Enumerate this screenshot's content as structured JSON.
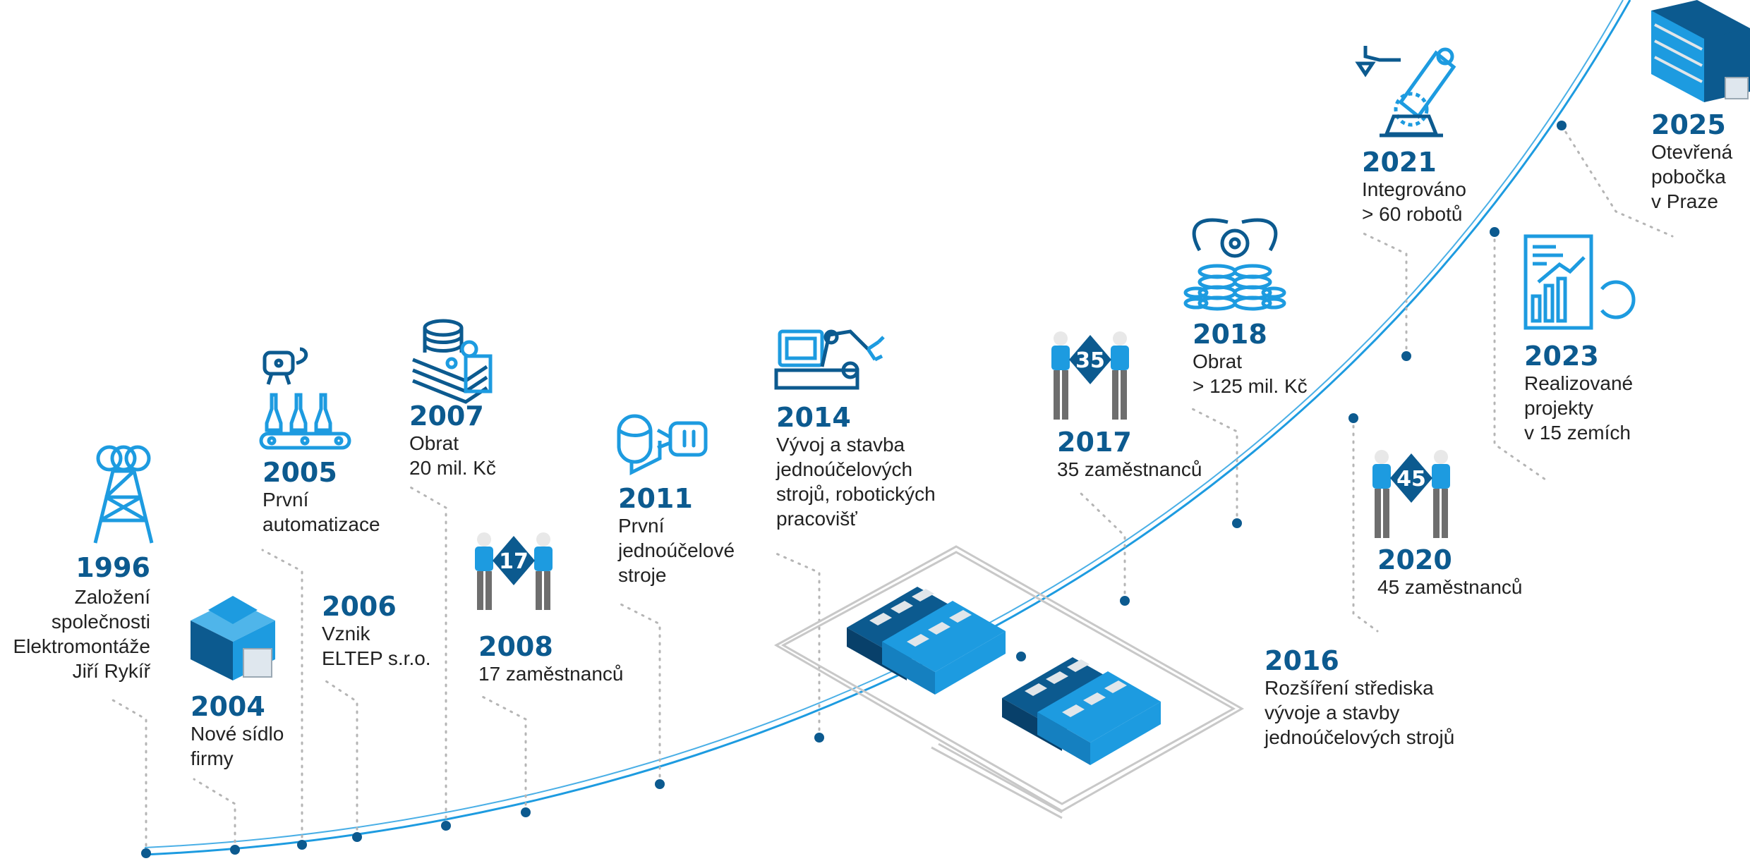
{
  "colors": {
    "primary": "#0c5a8f",
    "accent": "#1d9be0",
    "light": "#4fb5ea",
    "text": "#222222",
    "dots": "#b5b5b5"
  },
  "milestones": [
    {
      "year": "1996",
      "lines": [
        "Založení",
        "společnosti",
        "Elektromontáže",
        "Jiří Rykíř"
      ],
      "icon": "transmission-tower-icon"
    },
    {
      "year": "2004",
      "lines": [
        "Nové sídlo",
        "firmy"
      ],
      "icon": "building-icon"
    },
    {
      "year": "2005",
      "lines": [
        "První",
        "automatizace"
      ],
      "icon": "conveyor-bottles-icon"
    },
    {
      "year": "2006",
      "lines": [
        "Vznik",
        "ELTEP s.r.o."
      ],
      "icon": ""
    },
    {
      "year": "2007",
      "lines": [
        "Obrat",
        "20 mil. Kč"
      ],
      "icon": "coins-stack-icon"
    },
    {
      "year": "2008",
      "lines": [
        "17 zaměstnanců"
      ],
      "icon": "workers-icon",
      "count": "17"
    },
    {
      "year": "2011",
      "lines": [
        "První",
        "jednoúčelové",
        "stroje"
      ],
      "icon": "machine-icon"
    },
    {
      "year": "2014",
      "lines": [
        "Vývoj a stavba",
        "jednoúčelových",
        "strojů, robotických",
        "pracovišť"
      ],
      "icon": "robotic-workstation-icon"
    },
    {
      "year": "2016",
      "lines": [
        "Rozšíření střediska",
        "vývoje a stavby",
        "jednoúčelových strojů"
      ],
      "icon": "factory-halls-icon"
    },
    {
      "year": "2017",
      "lines": [
        "35 zaměstnanců"
      ],
      "icon": "workers-icon",
      "count": "35"
    },
    {
      "year": "2018",
      "lines": [
        "Obrat",
        "> 125 mil. Kč"
      ],
      "icon": "money-gears-icon"
    },
    {
      "year": "2020",
      "lines": [
        "45 zaměstnanců"
      ],
      "icon": "workers-icon",
      "count": "45"
    },
    {
      "year": "2021",
      "lines": [
        "Integrováno",
        "> 60 robotů"
      ],
      "icon": "robot-arm-icon"
    },
    {
      "year": "2023",
      "lines": [
        "Realizované",
        "projekty",
        "v 15 zemích"
      ],
      "icon": "report-chart-icon"
    },
    {
      "year": "2025",
      "lines": [
        "Otevřená",
        "pobočka",
        "v Praze"
      ],
      "icon": "office-building-icon"
    }
  ]
}
